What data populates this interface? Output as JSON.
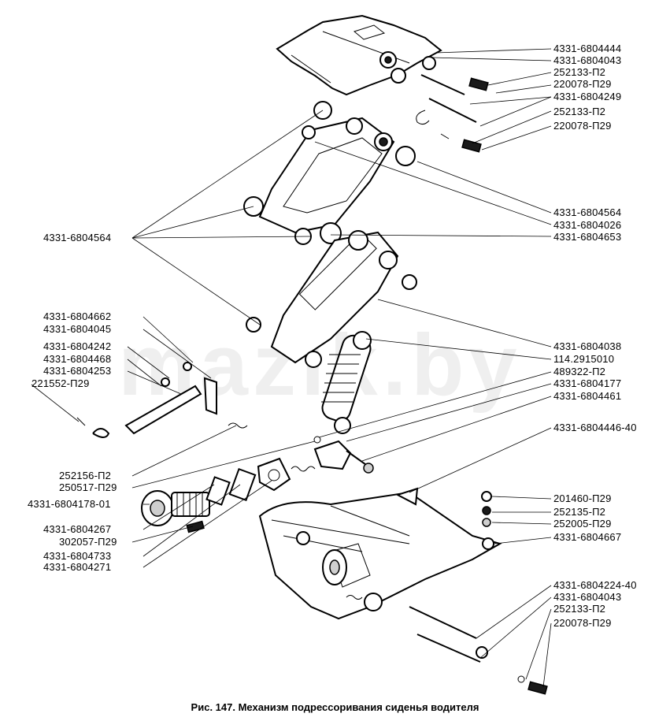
{
  "caption": "Рис. 147. Механизм подрессоривания сиденья водителя",
  "watermark": "mazik.by",
  "labels_right": [
    "4331-6804444",
    "4331-6804043",
    "252133-П2",
    "220078-П29",
    "4331-6804249",
    "252133-П2",
    "220078-П29",
    "4331-6804564",
    "4331-6804026",
    "4331-6804653",
    "4331-6804038",
    "114.2915010",
    "489322-П2",
    "4331-6804177",
    "4331-6804461",
    "4331-6804446-40",
    "201460-П29",
    "252135-П2",
    "252005-П29",
    "4331-6804667",
    "4331-6804224-40",
    "4331-6804043",
    "252133-П2",
    "220078-П29"
  ],
  "labels_left": [
    "4331-6804564",
    "4331-6804662",
    "4331-6804045",
    "4331-6804242",
    "4331-6804468",
    "4331-6804253",
    "221552-П29",
    "252156-П2",
    "250517-П29",
    "4331-6804178-01",
    "4331-6804267",
    "302057-П29",
    "4331-6804733",
    "4331-6804271"
  ]
}
